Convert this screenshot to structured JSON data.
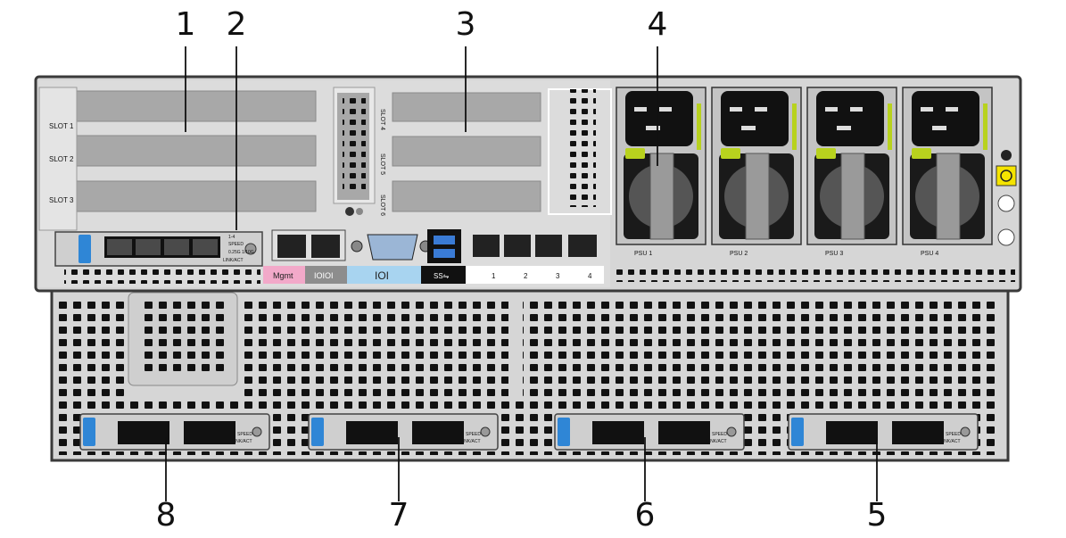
{
  "slots_left": [
    "SLOT 1",
    "SLOT 2",
    "SLOT 3"
  ],
  "slots_right": [
    "SLOT 4",
    "SLOT 5",
    "SLOT 6"
  ],
  "psu_labels": [
    "PSU 1",
    "PSU 2",
    "PSU 3",
    "PSU 4"
  ],
  "port_strip": {
    "mgmt": "Mgmt",
    "serial": "IOIOI",
    "vga": "IOI",
    "usb": "SS⇋",
    "eth": [
      "1",
      "2",
      "3",
      "4"
    ]
  },
  "ocp_labels": {
    "link": "1-4",
    "speed": "SPEED",
    "rates": "0.25G\n1/10G",
    "linkact": "LINK/ACT"
  },
  "lom_labels": {
    "speed": "SPEED",
    "linkact": "LINK/ACT"
  },
  "callouts": [
    "1",
    "2",
    "3",
    "4",
    "5",
    "6",
    "7",
    "8"
  ],
  "colors": {
    "chassis": "#d6d6d6",
    "chassis_dark": "#3a3a3a",
    "slot_fill": "#a8a8a8",
    "mgmt_pink": "#f2a9c9",
    "serial_gray": "#8d8d8d",
    "vga_blue": "#a8d4f0",
    "usb_black": "#111111",
    "latch_blue": "#2f86d6",
    "psu_latch": "#b8d21e",
    "ground_yellow": "#f5e400"
  }
}
